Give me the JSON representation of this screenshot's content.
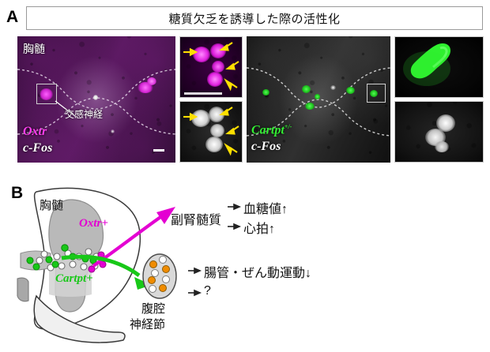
{
  "figure": {
    "panel_a_letter": "A",
    "panel_b_letter": "B"
  },
  "panel_a": {
    "title": "糖質欠乏を誘導した際の活性化",
    "left_image": {
      "region_label": "胸髄",
      "callout_label": "交感神経",
      "gene_label": "Oxtr",
      "gene_color": "#ff3ff0",
      "marker_label": "c-Fos",
      "marker_color": "#ffffff",
      "roi_name": "inset-roi",
      "scalebar": true
    },
    "right_image": {
      "gene_label": "Cartpt",
      "gene_superscript": "+/-",
      "gene_color": "#33ee33",
      "marker_label": "c-Fos",
      "marker_color": "#ffffff",
      "roi_name": "inset-roi"
    },
    "insets": [
      {
        "name": "oxtr-inset",
        "channel": "Oxtr",
        "color": "#ee22dd",
        "arrows": 4,
        "scalebar": true
      },
      {
        "name": "cfos-inset-1",
        "channel": "c-Fos",
        "color": "#ffffff",
        "arrows": 4,
        "scalebar": false
      },
      {
        "name": "cartpt-inset",
        "channel": "Cartpt",
        "color": "#22ee22",
        "arrows": 0,
        "scalebar": false
      },
      {
        "name": "cfos-inset-2",
        "channel": "c-Fos",
        "color": "#ffffff",
        "arrows": 0,
        "scalebar": false
      }
    ],
    "arrow_color": "#ffe000"
  },
  "panel_b": {
    "spinal_cord_label": "胸髄",
    "oxtr_label": "Oxtr+",
    "oxtr_color": "#e400d2",
    "cartpt_label": "Cartpt+",
    "cartpt_color": "#18c818",
    "adrenal_label": "副腎髄質",
    "ganglion_label_line1": "腹腔",
    "ganglion_label_line2": "神経節",
    "outcomes_adrenal": [
      "血糖値↑",
      "心拍↑"
    ],
    "outcomes_ganglion": [
      "腸管・ぜん動運動↓",
      "?"
    ],
    "arrow_glyph": "→",
    "cell_colors": {
      "cartpt_cell": "#18c818",
      "oxtr_cell": "#e400d2",
      "neutral_cell": "#ffffff",
      "ganglion_cell": "#f08c00"
    }
  }
}
